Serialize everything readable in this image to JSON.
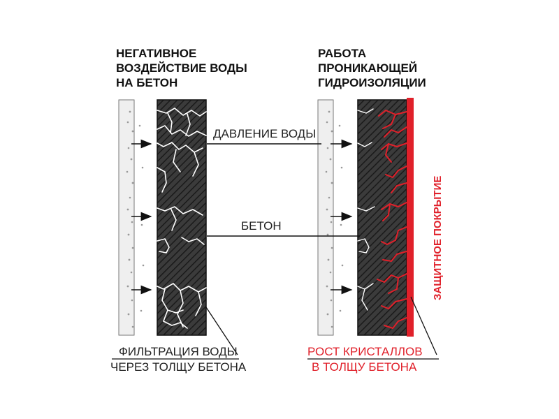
{
  "left_panel": {
    "title_lines": [
      "НЕГАТИВНОЕ",
      "ВОЗДЕЙСТВИЕ ВОДЫ",
      "НА БЕТОН"
    ],
    "caption_lines": [
      "ФИЛЬТРАЦИЯ ВОДЫ",
      "ЧЕРЕЗ ТОЛЩУ БЕТОНА"
    ]
  },
  "right_panel": {
    "title_lines": [
      "РАБОТА",
      "ПРОНИКАЮЩЕЙ",
      "ГИДРОИЗОЛЯЦИИ"
    ],
    "caption_lines": [
      "РОСТ КРИСТАЛЛОВ",
      "В ТОЛЩУ БЕТОНА"
    ],
    "coating_label": "ЗАЩИТНОЕ ПОКРЫТИЕ"
  },
  "labels": {
    "water_pressure": "ДАВЛЕНИЕ ВОДЫ",
    "concrete": "БЕТОН"
  },
  "colors": {
    "text": "#111111",
    "accent_red": "#e0202a",
    "concrete": "#3b3b3b",
    "water": "#efefef"
  }
}
